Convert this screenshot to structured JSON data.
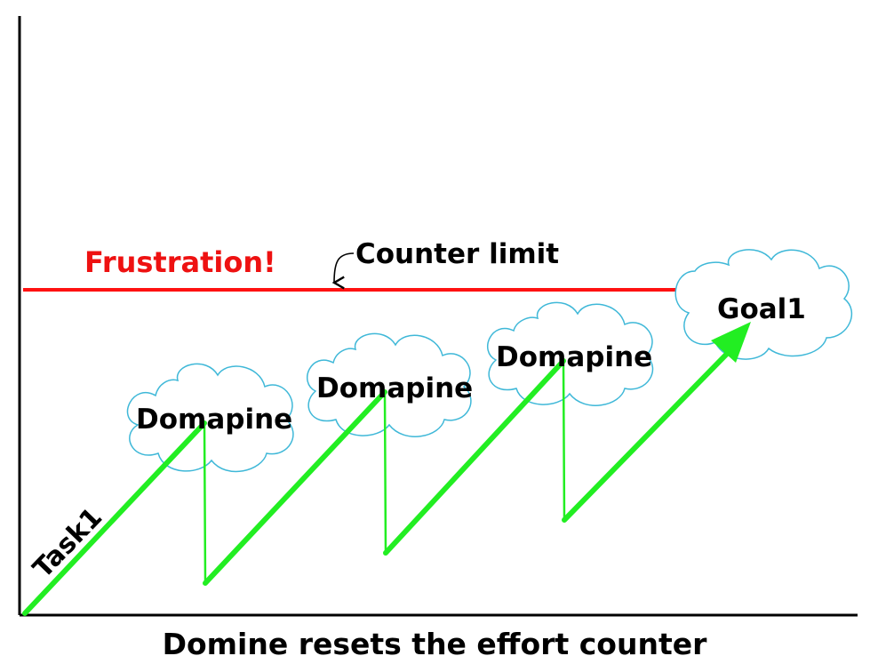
{
  "diagram": {
    "x_axis_label": "Domine resets the effort counter",
    "frustration_label": "Frustration!",
    "counter_limit_label": "Counter limit",
    "task_label": "Task1",
    "goal_label": "Goal1",
    "cloud_labels": [
      "Domapine",
      "Domapine",
      "Domapine"
    ]
  },
  "colors": {
    "effort_line": "#22ee22",
    "limit_line": "#ff1111",
    "frustration_text": "#ee1111",
    "cloud_outline": "#3fb8d8",
    "text": "#000000",
    "axis": "#000000"
  }
}
